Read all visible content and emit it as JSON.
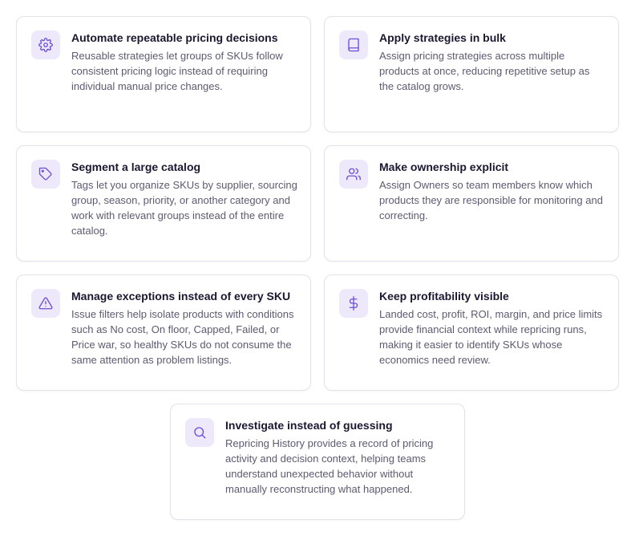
{
  "cards": [
    {
      "icon": "gear-icon",
      "title": "Automate repeatable pricing decisions",
      "body": "Reusable strategies let groups of SKUs follow consistent pricing logic instead of requiring individual manual price changes."
    },
    {
      "icon": "book-icon",
      "title": "Apply strategies in bulk",
      "body": "Assign pricing strategies across multiple products at once, reducing repetitive setup as the catalog grows."
    },
    {
      "icon": "tag-icon",
      "title": "Segment a large catalog",
      "body": "Tags let you organize SKUs by supplier, sourcing group, season, priority, or another category and work with relevant groups instead of the entire catalog."
    },
    {
      "icon": "users-icon",
      "title": "Make ownership explicit",
      "body": "Assign Owners so team members know which products they are responsible for monitoring and correcting."
    },
    {
      "icon": "warning-triangle-icon",
      "title": "Manage exceptions instead of every SKU",
      "body": "Issue filters help isolate products with conditions such as No cost, On floor, Capped, Failed, or Price war, so healthy SKUs do not consume the same attention as problem listings."
    },
    {
      "icon": "dollar-icon",
      "title": "Keep profitability visible",
      "body": "Landed cost, profit, ROI, margin, and price limits provide financial context while repricing runs, making it easier to identify SKUs whose economics need review."
    },
    {
      "icon": "search-icon",
      "title": "Investigate instead of guessing",
      "body": "Repricing History provides a record of pricing activity and decision context, helping teams understand unexpected behavior without manually reconstructing what happened."
    }
  ],
  "colors": {
    "accent": "#6d4fd6",
    "icon_bg": "#ede9fb",
    "border": "#e3e1ea",
    "title": "#1a1830",
    "body": "#5d5a70"
  }
}
